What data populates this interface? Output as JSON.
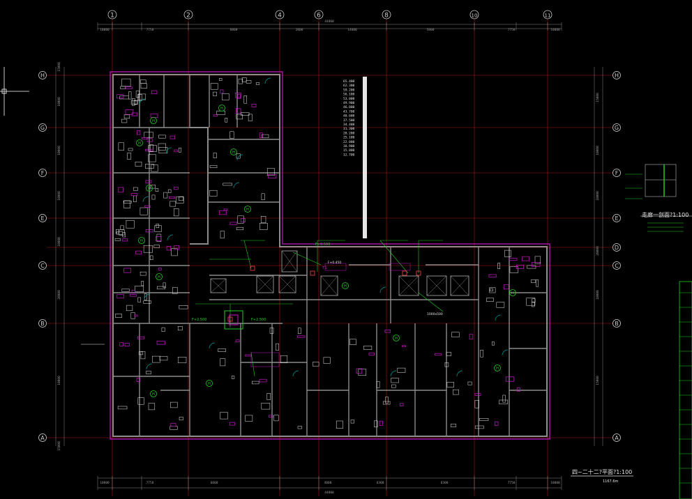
{
  "colors": {
    "background": "#000000",
    "grid_red": "#b01818",
    "wall_gray": "#8c8c8c",
    "magenta": "#c818c8",
    "green": "#20d020",
    "white": "#e6e6e6",
    "dim_gray": "#8a8a8a",
    "teal": "#00a0a0",
    "cursor": "#ffffff"
  },
  "axes": {
    "columns": [
      "1",
      "2",
      "4",
      "6",
      "8",
      "10",
      "11"
    ],
    "rows": [
      "H",
      "G",
      "F",
      "E",
      "D",
      "C",
      "B",
      "A"
    ]
  },
  "dimensions": {
    "top_total": "44800",
    "bottom_total": "44800",
    "top": [
      "10000",
      "7750",
      "6800",
      "2800",
      "14000",
      "5800",
      "7750",
      "10000"
    ],
    "bottom": [
      "10000",
      "7750",
      "6800",
      "4800",
      "6300",
      "6300",
      "7750",
      "10000"
    ],
    "left": [
      "15000",
      "10000",
      "10000",
      "10000",
      "10000",
      "20000",
      "10000",
      "15000"
    ],
    "right": [
      "15000",
      "10000",
      "10000",
      "20000",
      "10000",
      "15000"
    ]
  },
  "labels": {
    "plan_title": "四~二十二?平面?1:100",
    "area_note": "1167.6m",
    "section_title": "走廊一剖面?1:100",
    "elevation_list": [
      "65.400",
      "62.300",
      "59.200",
      "56.100",
      "53.000",
      "49.900",
      "46.800",
      "43.700",
      "40.600",
      "37.500",
      "34.400",
      "31.300",
      "28.200",
      "25.100",
      "22.000",
      "18.900",
      "15.800",
      "12.700"
    ],
    "notes": [
      "F+2.500",
      "F+2.500",
      "1000x500",
      "F+0.450",
      "T1",
      "F+0.500"
    ]
  }
}
